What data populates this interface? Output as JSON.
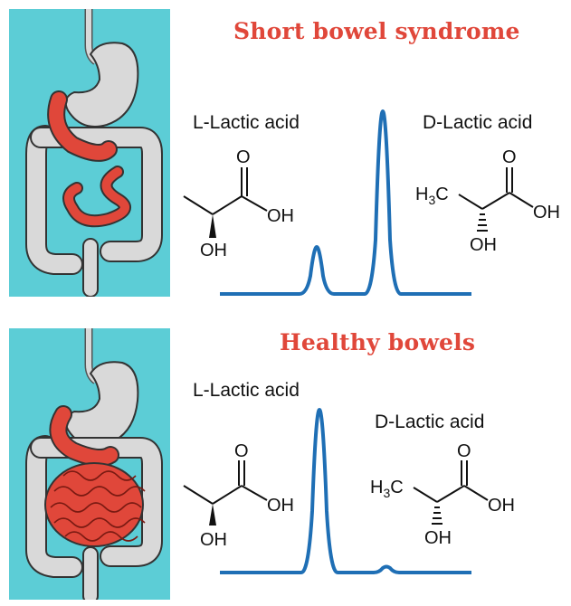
{
  "colors": {
    "title": "#e0473a",
    "curve": "#1f6fb5",
    "panel_bg": "#5ccdd6",
    "bowel": "#e0473a",
    "organ": "#d9d9d9"
  },
  "top": {
    "title": "Short bowel syndrome",
    "left_label": "L-Lactic acid",
    "right_label": "D-Lactic acid",
    "chromatogram": {
      "type": "line",
      "peaks": [
        {
          "name": "L-Lactic acid",
          "relative_height": 0.28
        },
        {
          "name": "D-Lactic acid",
          "relative_height": 1.0
        }
      ]
    }
  },
  "bottom": {
    "title": "Healthy bowels",
    "left_label": "L-Lactic acid",
    "right_label": "D-Lactic acid",
    "chromatogram": {
      "type": "line",
      "peaks": [
        {
          "name": "L-Lactic acid",
          "relative_height": 1.0
        },
        {
          "name": "D-Lactic acid",
          "relative_height": 0.04
        }
      ]
    }
  },
  "molecule": {
    "O": "O",
    "OH": "OH",
    "H3C_main": "H",
    "H3C_sub": "3",
    "H3C_tail": "C"
  }
}
